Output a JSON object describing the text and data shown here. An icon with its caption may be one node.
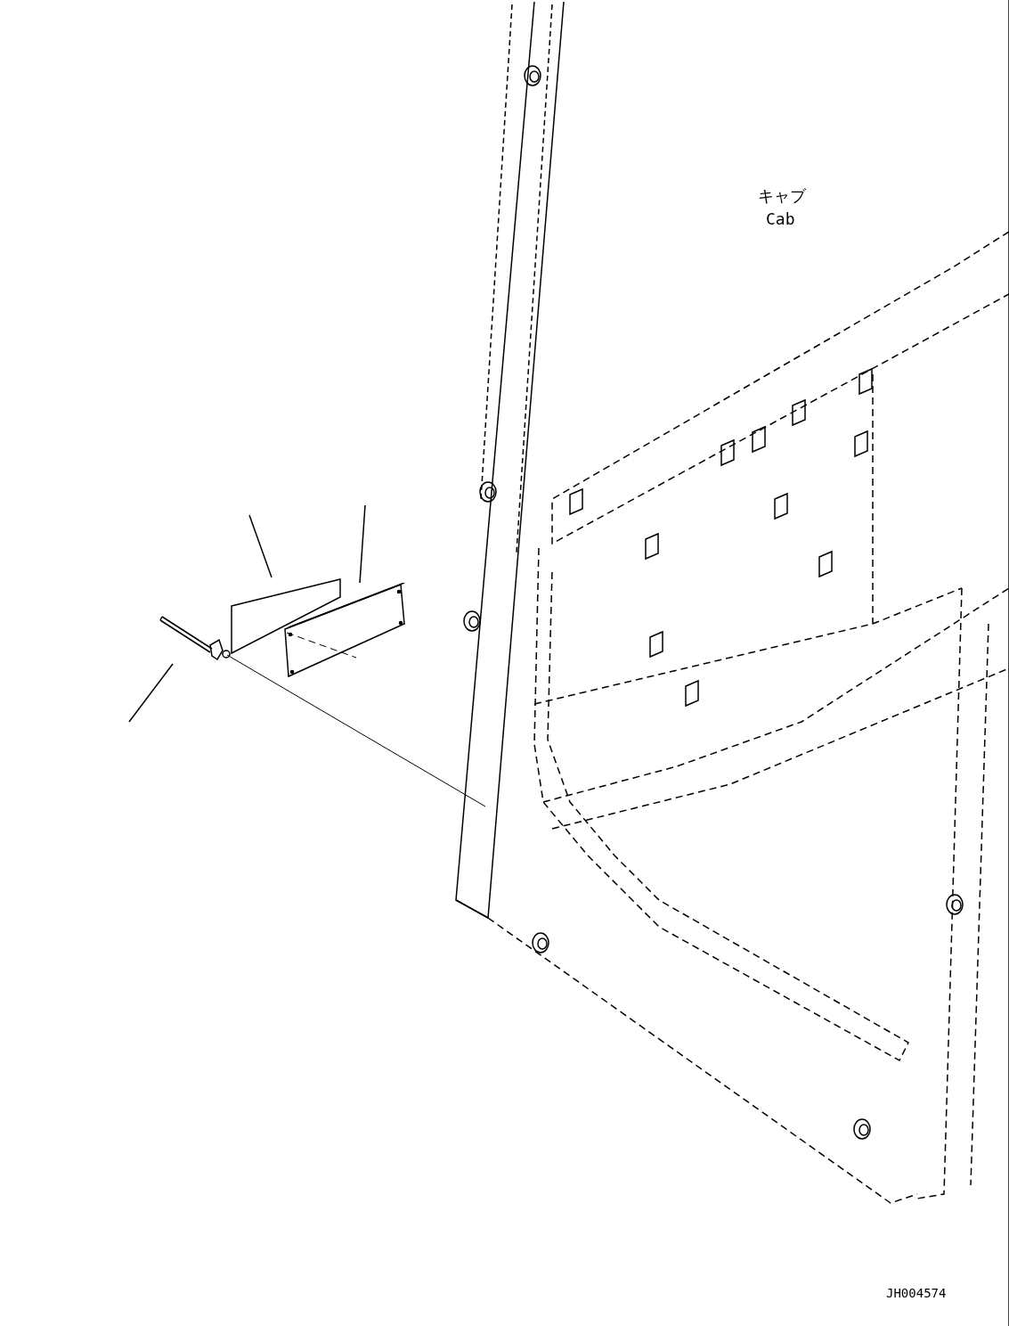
{
  "diagram": {
    "nodes": [
      {
        "text": [],
        "shape": "picture"
      },
      {
        "text": [],
        "shape": "picture"
      },
      {
        "text": [],
        "shape": "picture"
      }
    ],
    "edges": [
      {
        "from": null,
        "to": 0,
        "arrow": "none"
      },
      {
        "from": null,
        "to": 1,
        "arrow": "none"
      },
      {
        "from": null,
        "to": 2,
        "arrow": "none"
      }
    ],
    "labels": [
      "キャブ",
      "Cab",
      "JH004574"
    ]
  }
}
